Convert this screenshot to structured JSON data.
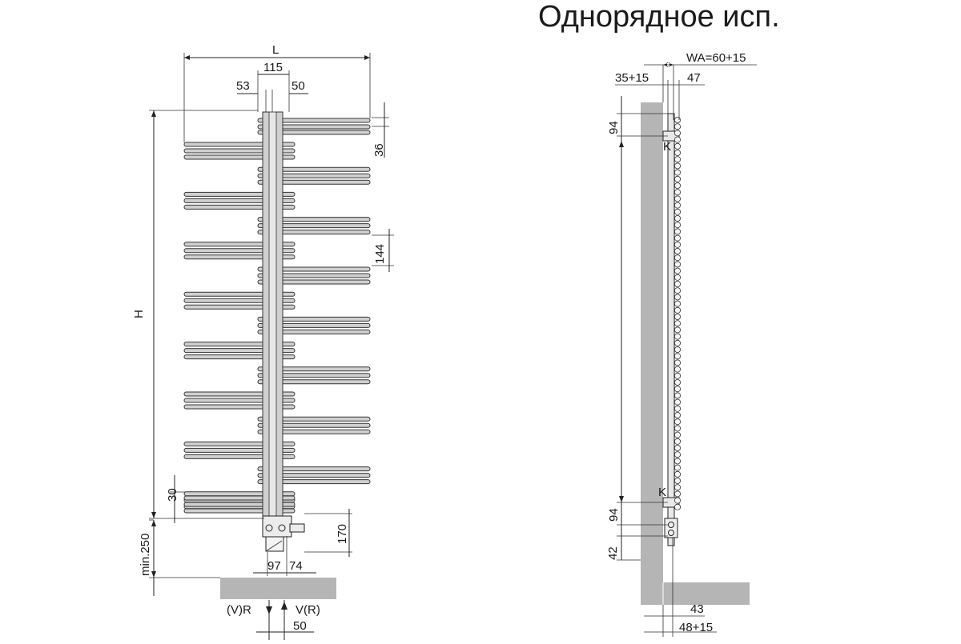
{
  "title": "Однорядное исп.",
  "front_view": {
    "dims": {
      "L": "L",
      "d115": "115",
      "d53": "53",
      "d50_top": "50",
      "d36": "36",
      "H": "H",
      "d144": "144",
      "d30": "30",
      "d170": "170",
      "min250": "min.250",
      "d97": "97",
      "d74": "74",
      "d50_bottom": "50"
    },
    "connections": {
      "left": "(V)R",
      "right": "V(R)"
    }
  },
  "side_view": {
    "dims": {
      "wa": "WA=60+15",
      "d35": "35+15",
      "d47": "47",
      "d94_top": "94",
      "k_top": "K",
      "k_bottom": "K",
      "d94_bottom": "94",
      "d42": "42",
      "d43": "43",
      "d48": "48+15"
    }
  }
}
